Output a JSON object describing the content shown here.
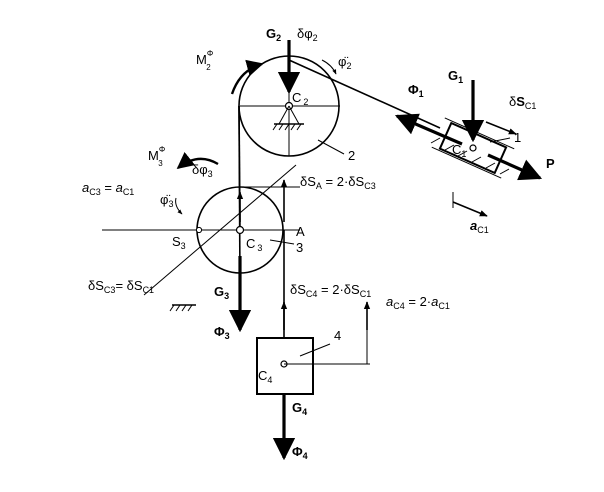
{
  "labels": {
    "G2": "G",
    "G2_sub": "2",
    "dphi2": "δφ",
    "dphi2_sub": "2",
    "phi2dd": "φ̈",
    "phi2dd_sub": "2",
    "M2": "M",
    "M2_sup": "Φ",
    "M2_sub": "2",
    "C2": "C",
    "C2_sub": "2",
    "body2": "2",
    "G1": "G",
    "G1_sub": "1",
    "Phi1": "Φ",
    "Phi1_sub": "1",
    "dS": "δ",
    "dS_S": "S",
    "dS_sub": "C1",
    "C1": "C",
    "C1_sub": "1",
    "body1": "1",
    "P": "P",
    "a": "a",
    "a_sub": "C1",
    "M3": "M",
    "M3_sup": "Φ",
    "M3_sub": "3",
    "dphi3": "δφ",
    "dphi3_sub": "3",
    "phi3dd": "φ̈",
    "phi3dd_sub": "3",
    "aC3_a": "a",
    "aC3_sub": "C3",
    "aC3_eq": " = ",
    "aC3_a2": "a",
    "aC3_sub2": "C1",
    "dSA": "δS",
    "dSA_sub": "A",
    "dSA_eq": " = 2·δS",
    "dSA_sub2": "C3",
    "S3": "S",
    "S3_sub": "3",
    "C3": "C",
    "C3_sub": "3",
    "A": "A",
    "body3": "3",
    "dSC3": "δS",
    "dSC3_sub": "C3",
    "dSC3_eq": "= δS",
    "dSC3_sub2": "C1",
    "G3": "G",
    "G3_sub": "3",
    "Phi3": "Φ",
    "Phi3_sub": "3",
    "dSC4": "δS",
    "dSC4_sub": "C4",
    "dSC4_eq": " = 2·δS",
    "dSC4_sub2": "C1",
    "aC4_a": "a",
    "aC4_sub": "C4",
    "aC4_eq": " = 2·",
    "aC4_a2": "a",
    "aC4_sub2": "C1",
    "body4": "4",
    "C4": "C",
    "C4_sub": "4",
    "G4": "G",
    "G4_sub": "4",
    "Phi4": "Φ",
    "Phi4_sub": "4"
  }
}
